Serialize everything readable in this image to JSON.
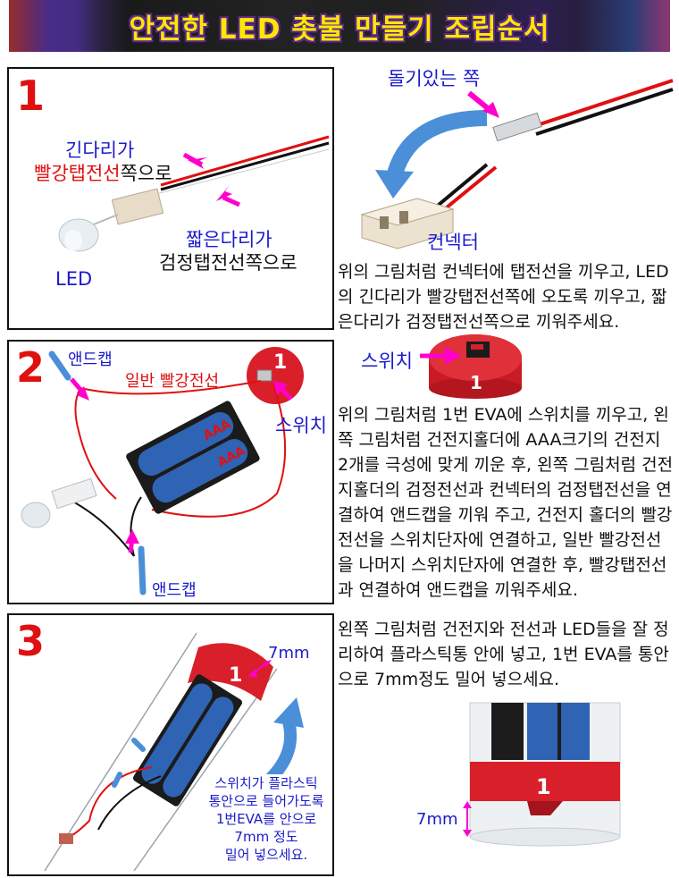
{
  "title": "안전한 LED 촛불 만들기 조립순서",
  "step1": {
    "number": "1",
    "long_leg": "긴다리가",
    "red_wire": "빨강탭전선",
    "toward": "쪽으로",
    "short_leg": "짧은다리가",
    "black_wire": "검정탭전선쪽으로",
    "led": "LED",
    "bumpy_side": "돌기있는 쪽",
    "connector": "컨넥터",
    "description": "위의 그림처럼 컨넥터에 탭전선을 끼우고, LED의 긴다리가 빨강탭전선쪽에 오도록 끼우고, 짧은다리가 검정탭전선쪽으로 끼워주세요."
  },
  "step2": {
    "number": "2",
    "end_cap_top": "앤드캡",
    "red_wire": "일반 빨강전선",
    "switch": "스위치",
    "eva_number": "1",
    "end_cap_bottom": "앤드캡",
    "battery_text": "AAA",
    "switch_side": "스위치",
    "description": "위의 그림처럼 1번 EVA에 스위치를 끼우고, 왼쪽 그림처럼 건전지홀더에 AAA크기의 건전지 2개를 극성에 맞게 끼운 후, 왼쪽 그림처럼 건전지홀더의 검정전선과 컨넥터의 검정탭전선을 연결하여 앤드캡을 끼워 주고, 건전지 홀더의 빨강전선을 스위치단자에 연결하고, 일반 빨강전선을 나머지 스위치단자에  연결한 후, 빨강탭전선과 연결하여 앤드캡을 끼워주세요."
  },
  "step3": {
    "number": "3",
    "gap": "7mm",
    "eva_number": "1",
    "note": [
      "스위치가 플라스틱",
      "통안으로 들어가도록",
      "1번EVA를 안으로",
      "7mm 정도",
      "밀어 넣으세요."
    ],
    "description": "왼쪽 그림처럼 건전지와 전선과 LED들을 잘 정리하여  플라스틱통 안에 넣고, 1번 EVA를 통안으로 7mm정도 밀어 넣으세요.",
    "right_gap": "7mm",
    "right_eva_number": "1"
  },
  "colors": {
    "title": "#ffe600",
    "number": "#e01010",
    "label_blue": "#1a1acc",
    "arrow_magenta": "#ff00cc",
    "eva_red": "#d91f2a"
  }
}
